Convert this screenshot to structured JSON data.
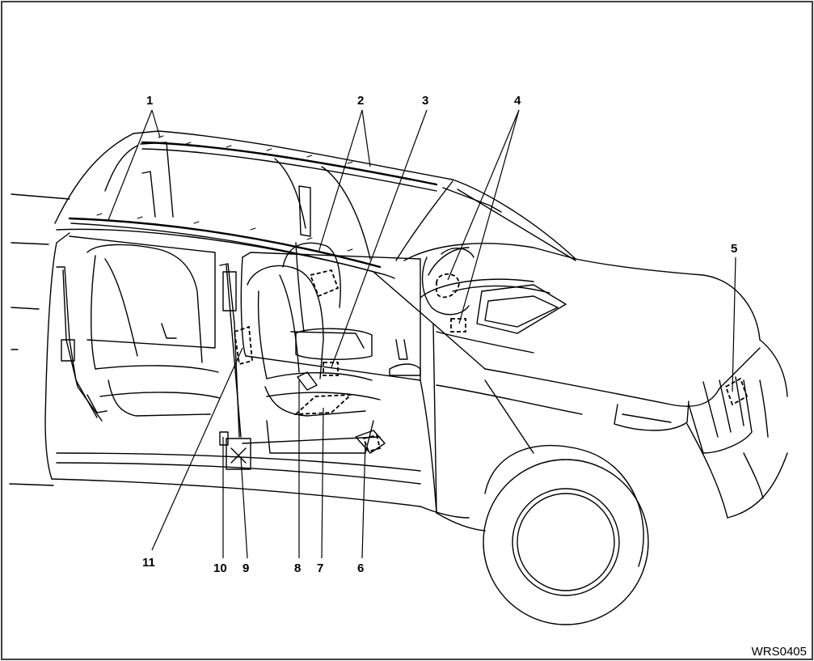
{
  "figure_code": "WRS0405",
  "callouts": [
    {
      "id": "1",
      "label": "1"
    },
    {
      "id": "2",
      "label": "2"
    },
    {
      "id": "3",
      "label": "3"
    },
    {
      "id": "4",
      "label": "4"
    },
    {
      "id": "5",
      "label": "5"
    },
    {
      "id": "6",
      "label": "6"
    },
    {
      "id": "7",
      "label": "7"
    },
    {
      "id": "8",
      "label": "8"
    },
    {
      "id": "9",
      "label": "9"
    },
    {
      "id": "10",
      "label": "10"
    },
    {
      "id": "11",
      "label": "11"
    }
  ]
}
